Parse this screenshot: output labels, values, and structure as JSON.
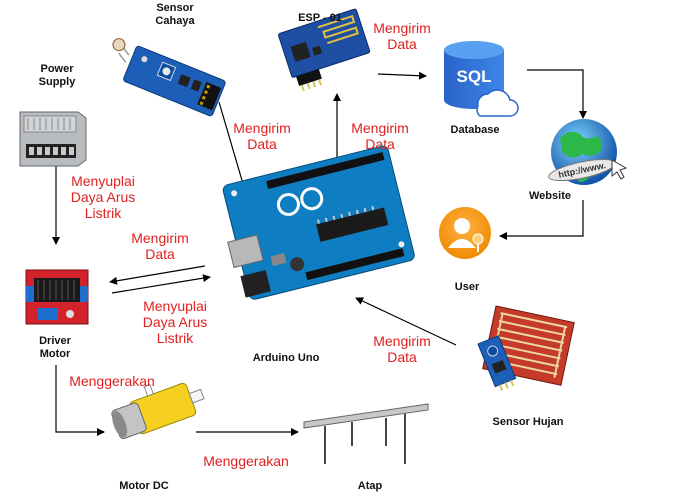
{
  "nodes": {
    "sensor_cahaya": "Sensor\nCahaya",
    "esp": "ESP - 01",
    "power_supply": "Power\nSupply",
    "database": "Database",
    "website": "Website",
    "user": "User",
    "driver_motor": "Driver\nMotor",
    "arduino": "Arduino Uno",
    "sensor_hujan": "Sensor Hujan",
    "motor_dc": "Motor DC",
    "atap": "Atap"
  },
  "edges": {
    "esp_to_db": "Mengirim\nData",
    "cahaya_to_arduino": "Mengirim\nData",
    "arduino_to_esp": "Mengirim\nData",
    "power_to_driver": "Menyuplai\nDaya Arus\nListrik",
    "arduino_to_driver": "Mengirim\nData",
    "driver_to_arduino": "Menyuplai\nDaya Arus\nListrik",
    "hujan_to_arduino": "Mengirim\nData",
    "driver_to_motor": "Menggerakan",
    "motor_to_atap": "Menggerakan"
  },
  "icons": {
    "sql_text": "SQL",
    "www_text": "http://www."
  }
}
